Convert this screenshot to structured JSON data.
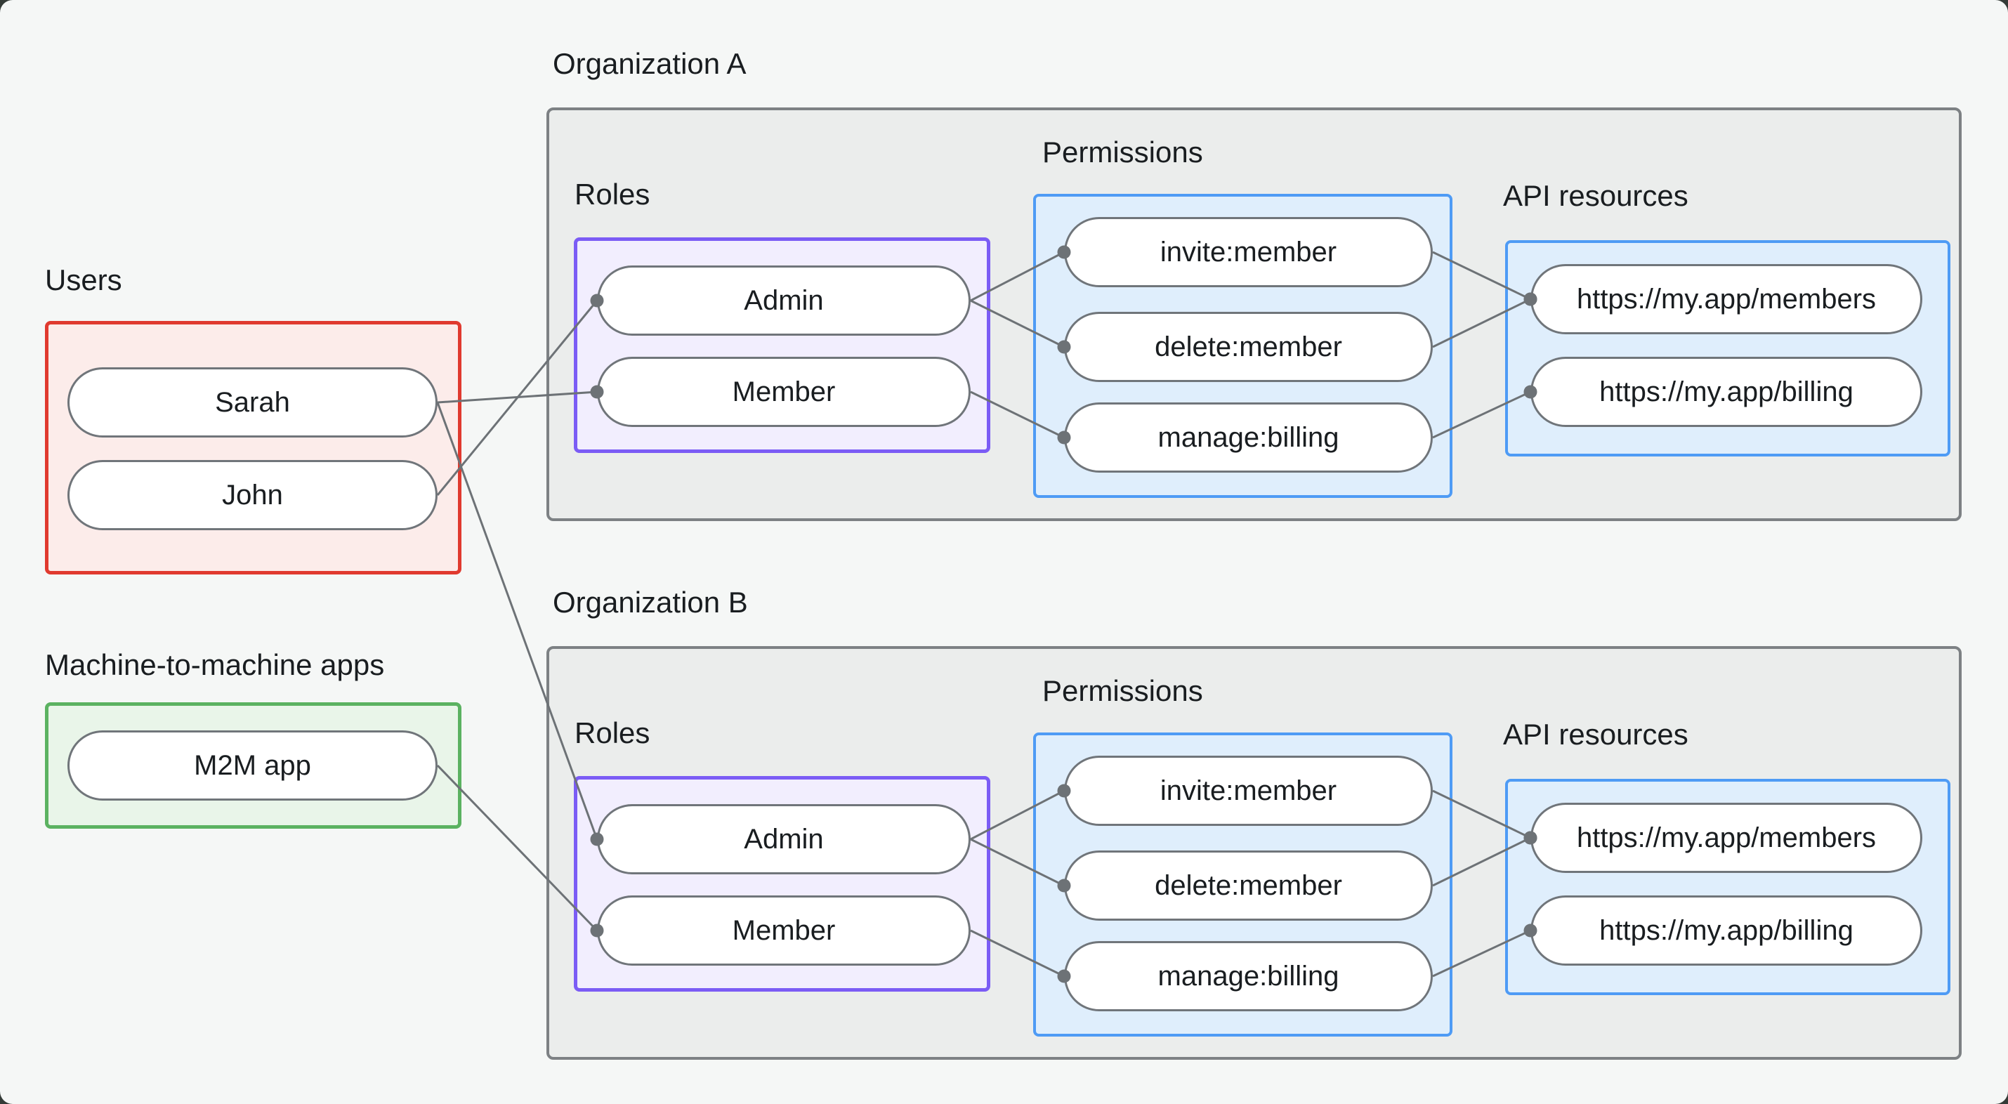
{
  "users": {
    "label": "Users",
    "items": [
      "Sarah",
      "John"
    ]
  },
  "m2m": {
    "label": "Machine-to-machine apps",
    "items": [
      "M2M app"
    ]
  },
  "orgA": {
    "title": "Organization A",
    "roles_label": "Roles",
    "permissions_label": "Permissions",
    "api_label": "API resources",
    "roles": [
      "Admin",
      "Member"
    ],
    "permissions": [
      "invite:member",
      "delete:member",
      "manage:billing"
    ],
    "api_resources": [
      "https://my.app/members",
      "https://my.app/billing"
    ]
  },
  "orgB": {
    "title": "Organization B",
    "roles_label": "Roles",
    "permissions_label": "Permissions",
    "api_label": "API resources",
    "roles": [
      "Admin",
      "Member"
    ],
    "permissions": [
      "invite:member",
      "delete:member",
      "manage:billing"
    ],
    "api_resources": [
      "https://my.app/members",
      "https://my.app/billing"
    ]
  },
  "edges": [
    [
      "sarah",
      "aMember"
    ],
    [
      "john",
      "aAdmin"
    ],
    [
      "sarah",
      "bAdmin"
    ],
    [
      "m2m",
      "bMember"
    ],
    [
      "aAdmin",
      "aInvite"
    ],
    [
      "aAdmin",
      "aDelete"
    ],
    [
      "aMember",
      "aManage"
    ],
    [
      "aInvite",
      "aMembers"
    ],
    [
      "aDelete",
      "aMembers"
    ],
    [
      "aManage",
      "aBilling"
    ],
    [
      "bAdmin",
      "bInvite"
    ],
    [
      "bAdmin",
      "bDelete"
    ],
    [
      "bMember",
      "bManage"
    ],
    [
      "bInvite",
      "bMembers"
    ],
    [
      "bDelete",
      "bMembers"
    ],
    [
      "bManage",
      "bBilling"
    ]
  ],
  "colors": {
    "page_bg": "#f5f7f6",
    "backdrop": "#343b37",
    "container_fill": "#ebedec",
    "container_border": "#7d8184",
    "red_border": "#e03a2f",
    "red_fill": "#fcecea",
    "green_border": "#5bb261",
    "green_fill": "#e9f5e9",
    "purple_border": "#7b5cf5",
    "purple_fill": "#f2eefe",
    "blue_border": "#4e9bf5",
    "blue_fill": "#dfeefc",
    "pill_fill": "#ffffff",
    "pill_border": "#70757a",
    "edge": "#6d7276",
    "text": "#191d20"
  }
}
